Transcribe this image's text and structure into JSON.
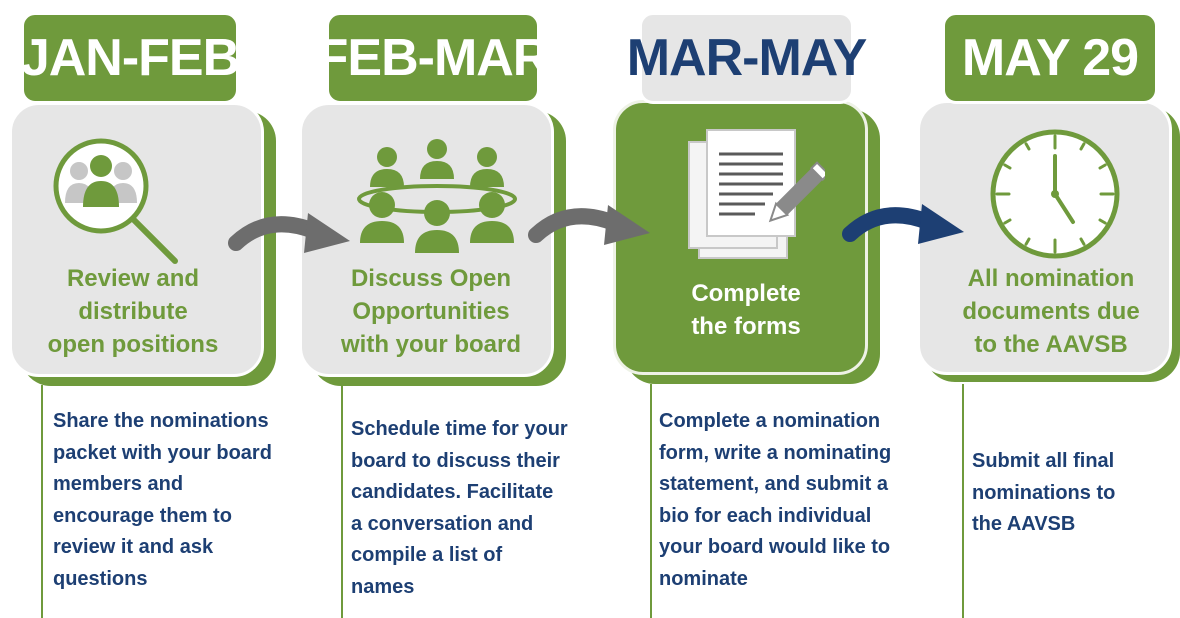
{
  "stages": [
    {
      "period": "JAN-FEB",
      "caption": [
        "Review and",
        "distribute",
        "open positions"
      ],
      "description": [
        "Share the nominations",
        "packet with your board",
        "members and",
        "encourage them to",
        "review it and ask",
        "questions"
      ],
      "icon": "people-magnifier-icon"
    },
    {
      "period": "FEB-MAR",
      "caption": [
        "Discuss Open",
        "Opportunities",
        "with your board"
      ],
      "description": [
        "Schedule time for your",
        "board to discuss their",
        "candidates. Facilitate",
        "a conversation and",
        "compile a list of",
        "names"
      ],
      "icon": "group-meeting-icon"
    },
    {
      "period": "MAR-MAY",
      "caption": [
        "Complete",
        "the forms"
      ],
      "description": [
        "Complete a nomination",
        "form, write a nominating",
        "statement, and submit a",
        "bio for each individual",
        "your board would like to",
        "nominate"
      ],
      "icon": "documents-pen-icon"
    },
    {
      "period": "MAY 29",
      "caption": [
        "All nomination",
        "documents due",
        "to the AAVSB"
      ],
      "description": [
        "Submit all final",
        "nominations to",
        "the AAVSB"
      ],
      "icon": "clock-icon"
    }
  ],
  "colors": {
    "green": "#6f9a3c",
    "navy": "#1d3f73",
    "gray_card": "#e6e6e6",
    "gray_arrow": "#6d6d6d"
  }
}
